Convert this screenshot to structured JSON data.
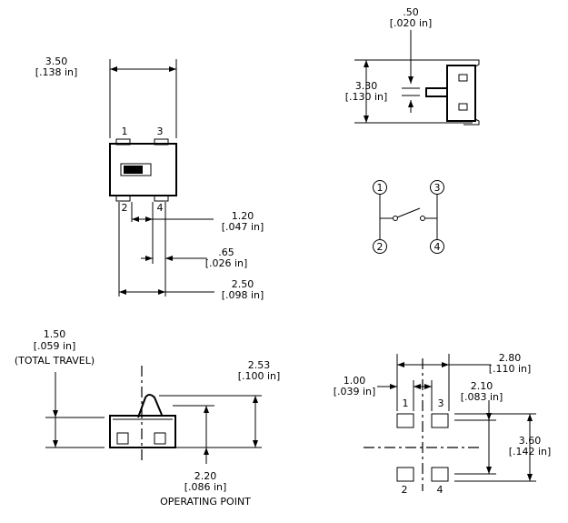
{
  "top_view": {
    "width_mm": "3.50",
    "width_in": "[.138 in]",
    "pin_1": "1",
    "pin_3": "3",
    "pin_2": "2",
    "pin_4": "4",
    "pin_width_mm": "1.20",
    "pin_width_in": "[.047 in]",
    "pin_gap_mm": ".65",
    "pin_gap_in": "[.026 in]",
    "pin_span_mm": "2.50",
    "pin_span_in": "[.098 in]"
  },
  "side_view": {
    "actuator_mm": ".50",
    "actuator_in": "[.020 in]",
    "height_mm": "3.30",
    "height_in": "[.130 in]"
  },
  "schematic": {
    "pin_1": "1",
    "pin_2": "2",
    "pin_3": "3",
    "pin_4": "4"
  },
  "front_view": {
    "travel_mm": "1.50",
    "travel_in": "[.059 in]",
    "travel_label": "(TOTAL TRAVEL)",
    "total_height_mm": "2.53",
    "total_height_in": "[.100 in]",
    "operating_mm": "2.20",
    "operating_in": "[.086 in]",
    "operating_label": "OPERATING POINT"
  },
  "footprint": {
    "pad_width_mm": "1.00",
    "pad_width_in": "[.039 in]",
    "overall_width_mm": "2.80",
    "overall_width_in": "[.110 in]",
    "pad_pitch_mm": "2.10",
    "pad_pitch_in": "[.083 in]",
    "overall_height_mm": "3.60",
    "overall_height_in": "[.142 in]",
    "pad_1": "1",
    "pad_2": "2",
    "pad_3": "3",
    "pad_4": "4"
  }
}
